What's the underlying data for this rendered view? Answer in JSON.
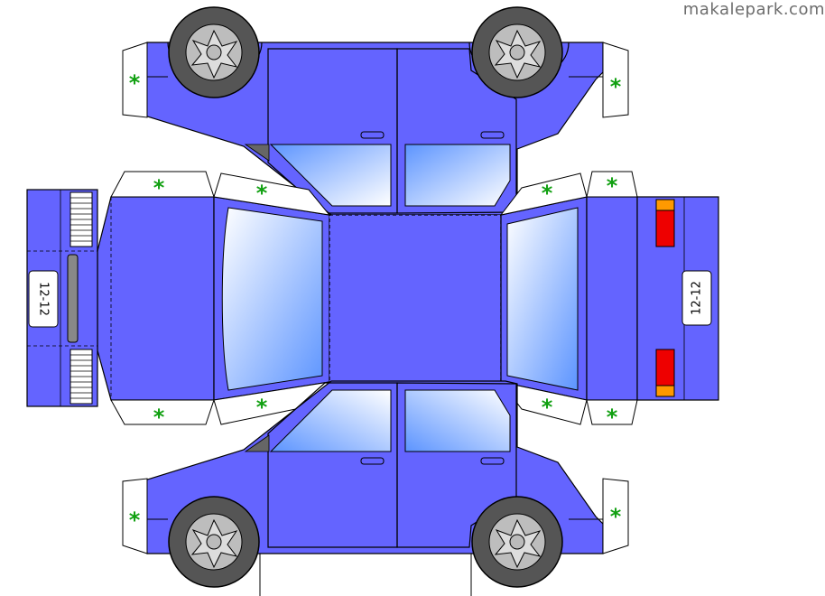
{
  "watermark": "makalepark.com",
  "plates": {
    "front": "12-12",
    "rear": "12-12"
  },
  "glue_mark": "*",
  "colors": {
    "body": "#6464ff",
    "outline": "#000000",
    "glue_mark": "#11a011",
    "tire": "#555555",
    "rim": "#bdbdbd",
    "tail_light": "#ee0000",
    "indicator": "#ff9900",
    "headlight_bar": "#888888"
  }
}
